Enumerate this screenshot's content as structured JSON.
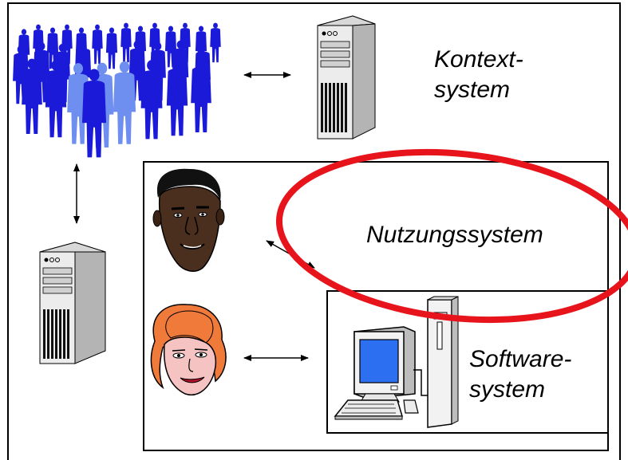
{
  "labels": {
    "context_line1": "Kontext-",
    "context_line2": "system",
    "usage": "Nutzungssystem",
    "software_line1": "Software-",
    "software_line2": "system"
  },
  "colors": {
    "crowd_dark": "#1a1ad8",
    "crowd_light": "#6f8ff0",
    "ellipse": "#e8141c",
    "server_body": "#e6e6e6",
    "screen": "#2c6ff0",
    "man_skin": "#4a2e1e",
    "woman_hair": "#f07a3a",
    "woman_skin": "#f6c3c3"
  },
  "icons": [
    "crowd-icon",
    "server-icon",
    "man-face-icon",
    "woman-face-icon",
    "computer-icon"
  ]
}
